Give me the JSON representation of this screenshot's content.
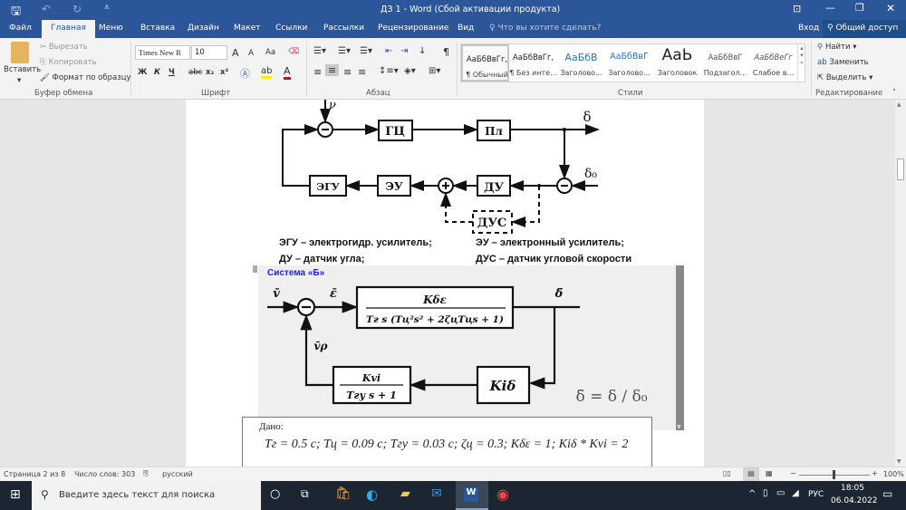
{
  "window": {
    "title": "ДЗ 1 - Word (Сбой активации продукта)",
    "controls": [
      "ribbon-display",
      "minimize",
      "restore",
      "close"
    ]
  },
  "tabs": [
    "Файл",
    "Главная",
    "Меню",
    "Вставка",
    "Дизайн",
    "Макет",
    "Ссылки",
    "Рассылки",
    "Рецензирование",
    "Вид"
  ],
  "tell_me": "Что вы хотите сделать?",
  "signin": "Вход",
  "share": "Общий доступ",
  "clipboard": {
    "paste": "Вставить",
    "cut": "Вырезать",
    "copy": "Копировать",
    "format_painter": "Формат по образцу",
    "label": "Буфер обмена"
  },
  "font": {
    "name": "Times New R",
    "size": "10",
    "bold": "Ж",
    "italic": "К",
    "underline": "Ч",
    "strike": "abc",
    "sub": "x₂",
    "sup": "x²",
    "case": "Aa",
    "grow": "A",
    "shrink": "A",
    "color": "A",
    "label": "Шрифт"
  },
  "paragraph": {
    "label": "Абзац",
    "pilcrow": "¶"
  },
  "styles": {
    "label": "Стили",
    "items": [
      {
        "sample": "АаБбВвГг,",
        "name": "¶ Обычный"
      },
      {
        "sample": "АаБбВвГг,",
        "name": "¶ Без инте..."
      },
      {
        "sample": "АаБбВ",
        "name": "Заголово..."
      },
      {
        "sample": "АаБбВвГ",
        "name": "Заголово..."
      },
      {
        "sample": "АаЬ",
        "name": "Заголовок"
      },
      {
        "sample": "АаБбВвГ",
        "name": "Подзагол..."
      },
      {
        "sample": "АаБбВеГг",
        "name": "Слабое в..."
      }
    ]
  },
  "editing": {
    "find": "Найти",
    "replace": "Заменить",
    "select": "Выделить",
    "label": "Редактирование"
  },
  "diagram1": {
    "nu": "ν",
    "gc": "ГЦ",
    "pl": "Пл",
    "delta": "δ",
    "delta0": "δ₀",
    "egu": "ЭГУ",
    "eu": "ЭУ",
    "du": "ДУ",
    "dus": "ДУС",
    "legend": [
      "ЭГУ – электрогидр. усилитель;",
      "ЭУ – электронный усилитель;",
      "ДУ – датчик угла;",
      "ДУС – датчик угловой скорости"
    ]
  },
  "diagram2": {
    "title": "Система «Б»",
    "v": "v̄",
    "e": "ε̄",
    "delta": "δ̄",
    "vp": "v̄ρ",
    "num1": "Kδε",
    "den1": "Tг s (Tц²s² + 2ζцTцs + 1)",
    "num2": "Kvi",
    "den2": "Tгу s + 1",
    "kib": "Kiδ",
    "formula": "δ̄ = δ / δ₀"
  },
  "given": {
    "label": "Дано:",
    "values": "Tг = 0.5 с;  Tц = 0.09 с;  Tгу = 0.03 с;  ζц = 0.3;  Kδε = 1;  Kiδ * Kvi = 2"
  },
  "status": {
    "page": "Страница 2 из 8",
    "words": "Число слов: 303",
    "language": "русский",
    "zoom": "100%",
    "zoom_percent": 100
  },
  "taskbar": {
    "search": "Введите здесь текст для поиска",
    "lang": "РУС",
    "time": "18:05",
    "date": "06.04.2022"
  }
}
